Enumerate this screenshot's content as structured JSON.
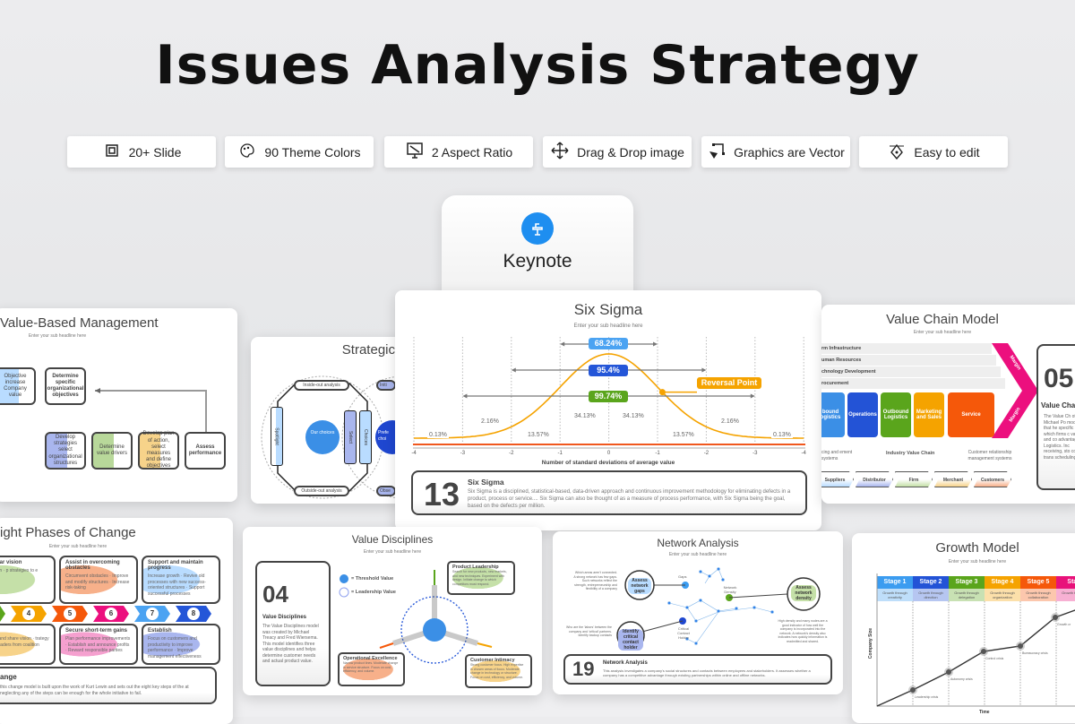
{
  "header": {
    "title": "Issues Analysis Strategy"
  },
  "features": [
    {
      "label": "20+ Slide",
      "icon": "slide-frame-icon"
    },
    {
      "label": "90 Theme Colors",
      "icon": "palette-icon"
    },
    {
      "label": "2 Aspect Ratio",
      "icon": "monitor-resize-icon"
    },
    {
      "label": "Drag & Drop image",
      "icon": "move-arrows-icon"
    },
    {
      "label": "Graphics are Vector",
      "icon": "vector-pen-icon"
    },
    {
      "label": "Easy to edit",
      "icon": "pen-tool-icon"
    }
  ],
  "keynote": {
    "label": "Keynote",
    "icon_color": "#1e8ef0"
  },
  "sub_headline": "Enter your sub headline here",
  "value_based": {
    "title": "Value-Based Management",
    "boxes": [
      "Objective increase Company value",
      "Determine specific organizational objectives",
      "Develop strategies select organizational structures",
      "Determine value drivers",
      "Develop plan of action, select measures and define objectives",
      "Assess performance"
    ]
  },
  "strategic": {
    "title": "Strategic",
    "labels": [
      "Inside-out analysis",
      "Outside-out analysis",
      "Spotlight",
      "Select",
      "Choices",
      "Our choices",
      "Prefe choi",
      "Initi",
      "Obse"
    ]
  },
  "six_sigma": {
    "title": "Six Sigma",
    "ticks": [
      "-4",
      "-3",
      "-2",
      "-1",
      "0",
      "-1",
      "-2",
      "-3",
      "-4"
    ],
    "xlabel": "Number of standard deviations of average value",
    "ranges": [
      {
        "label": "68.24%",
        "sigma": 1,
        "color": "#4ba3f2"
      },
      {
        "label": "95.4%",
        "sigma": 2,
        "color": "#2456d8"
      },
      {
        "label": "99.74%",
        "sigma": 3,
        "color": "#5aa51c"
      }
    ],
    "reversal_label": "Reversal Point",
    "percents": {
      "inner": "34.13%",
      "mid": "13.57%",
      "outer": "2.16%",
      "tail": "0.13%"
    },
    "curve_color": "#f5a300",
    "baseline_color": "#f0581e",
    "number": "13",
    "box_title": "Six Sigma",
    "box_text": "Six Sigma is a disciplined, statistical-based, data-driven approach and continuous improvement methodology for eliminating defects in a product, process or service.... Six Sigma can also be thought of as a measure of process performance, with Six Sigma being the goal, based on the defects per million."
  },
  "value_chain": {
    "title": "Value Chain Model",
    "support": [
      "rm Infrastructure",
      "uman Resources",
      "chnology Development",
      "rocurement"
    ],
    "primary": [
      {
        "label": "bound ogistics",
        "color": "#3b8fe6"
      },
      {
        "label": "Operations",
        "color": "#2353d6"
      },
      {
        "label": "Outbound Logistics",
        "color": "#5aa51c"
      },
      {
        "label": "Marketing and Sales",
        "color": "#f5a300"
      },
      {
        "label": "Service",
        "color": "#f5580a"
      }
    ],
    "margin": "Margin",
    "chain_label": "Industry Value Chain",
    "left_note": "cing and ement systems",
    "right_note": "Customer relationship management systems",
    "chain": [
      "Suppliers",
      "Distributor",
      "Firm",
      "Merchant",
      "Customers"
    ],
    "number": "05",
    "box_title": "Value Cha",
    "box_text": "The Value Ch of Michael Po model that he specific activ which firms c value and co advantage. In Logistics. Inc receiving, sto control, trans scheduling."
  },
  "eight_phases": {
    "title": "ight Phases of Change",
    "top": [
      {
        "title": "h a clear vision",
        "items": "p a vision · p strategies to e vision"
      },
      {
        "title": "Assist in overcoming obstacles",
        "items": "Circumvent obstacles · Improve and modify structures · Increase risk-taking"
      },
      {
        "title": "Support and maintain progress",
        "items": "Increase growth · Revive old processes with new success-oriented structures · Support successful processes"
      }
    ],
    "bottom": [
      {
        "title": "ision",
        "items": "unicate and share vision · trategy · mine leaders from coalition"
      },
      {
        "title": "Secure short-term gains",
        "items": "Plan performance improvements · Establish and announce profits · Reward responsible parties"
      },
      {
        "title": "Establish",
        "items": "Focus on customers and productivity to improve performance · Improve management effectiveness"
      }
    ],
    "steps": [
      "4",
      "5",
      "6",
      "7",
      "8"
    ],
    "box_title": "ange",
    "box_text": "this change model is built upon the work of Kurt Lewin and sets out the eight key steps of the at neglecting any of the steps can be enough for the whole initiative to fail."
  },
  "value_disciplines": {
    "title": "Value Disciplines",
    "number": "04",
    "box_title": "Value Disciplines",
    "box_text": "The Value Disciplines model was created by Michael Treacy and Fred Wiersema. This model identifies three value disciplines and helps determine customer needs and actual product value.",
    "legend": [
      "= Threshold Value",
      "= Leadership Value"
    ],
    "cards": [
      {
        "title": "Product Leadership",
        "text": "Search for new products, new markets, and new techniques. Experiment with design. Initiate change to which competitors must respond."
      },
      {
        "title": "Operational Excellence",
        "text": "Narrow product lines. Moderate change in service structure. Focus on cost, efficiency, and volume."
      },
      {
        "title": "Customer Intimacy",
        "text": "Strong customer focus. High expertise in chosen areas of focus. Moderate change in technology or structure. Focus on cost, efficiency, and volume."
      }
    ]
  },
  "network": {
    "title": "Network Analysis",
    "circles": [
      "Assess network gaps",
      "Assess network density",
      "Identify critical contact holder"
    ],
    "node_labels": [
      "Gaps",
      "Network Density",
      "Critical Contact Holder"
    ],
    "notes": [
      "Which areas aren't connected. A strong network has few gaps. Such networks reflect the strength, entrepreneurship and flexibility of a company",
      "Who are the 'labors' between the company and 'critical' partners. Identify backup contacts",
      "High density and many nodes are a good indicator of how well the company is incorporated into the network. A network's density also indicates how quickly information is readmitted and shared."
    ],
    "number": "19",
    "box_title": "Network Analysis",
    "box_text": "This analysis investigates a company's social structures and contacts between employees and stakeholders. It assesses whether a company has a competitive advantage through existing partnerships within online and offline networks."
  },
  "growth": {
    "title": "Growth Model",
    "ylabel": "Company Size",
    "xlabel": "Time",
    "stages": [
      {
        "label": "Stage 1",
        "sub": "Growth through creativity",
        "color": "#3b9cf0"
      },
      {
        "label": "Stage 2",
        "sub": "Growth through direction",
        "color": "#2353d6"
      },
      {
        "label": "Stage 3",
        "sub": "Growth through delegation",
        "color": "#5aa51c"
      },
      {
        "label": "Stage 4",
        "sub": "Growth through organization",
        "color": "#f5a300"
      },
      {
        "label": "Stage 5",
        "sub": "Growth through collaboration",
        "color": "#f5580a"
      },
      {
        "label": "Stag",
        "sub": "Growth th allian",
        "color": "#e8127a"
      }
    ],
    "crises": [
      "Leadership crisis",
      "Autonomy crisis",
      "Control crisis",
      "Bureaucracy crisis",
      "Growth cr"
    ]
  }
}
